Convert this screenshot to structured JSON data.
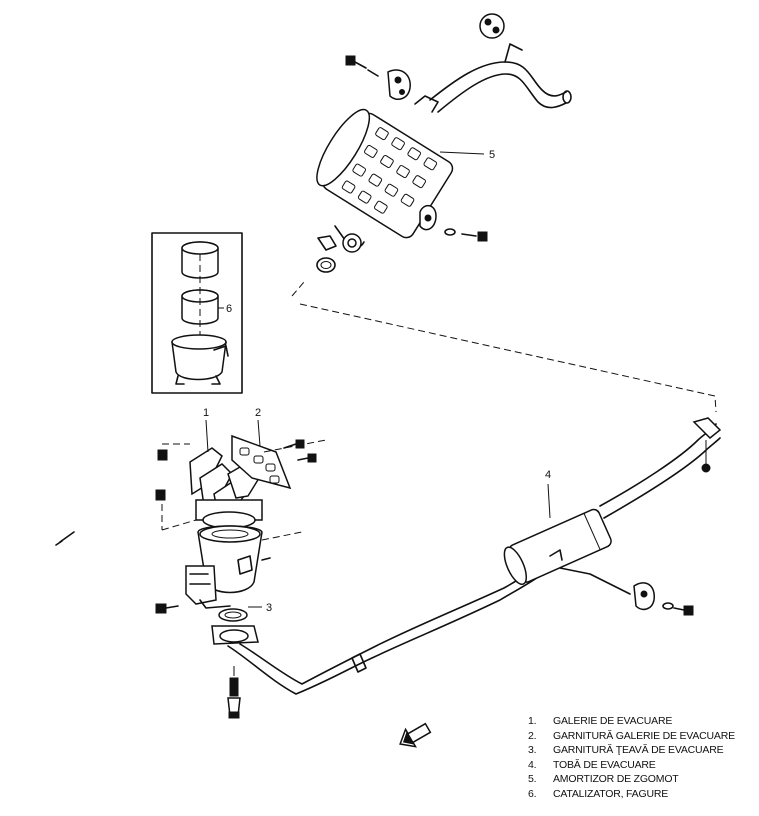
{
  "callouts": [
    "1",
    "2",
    "3",
    "4",
    "5",
    "6"
  ],
  "legend": [
    {
      "num": "1.",
      "text": "GALERIE DE EVACUARE"
    },
    {
      "num": "2.",
      "text": "GARNITURĂ GALERIE DE EVACUARE"
    },
    {
      "num": "3.",
      "text": "GARNITURĂ ŢEAVĂ DE EVACUARE"
    },
    {
      "num": "4.",
      "text": "TOBĂ DE EVACUARE"
    },
    {
      "num": "5.",
      "text": "AMORTIZOR DE ZGOMOT"
    },
    {
      "num": "6.",
      "text": "CATALIZATOR, FAGURE"
    }
  ]
}
